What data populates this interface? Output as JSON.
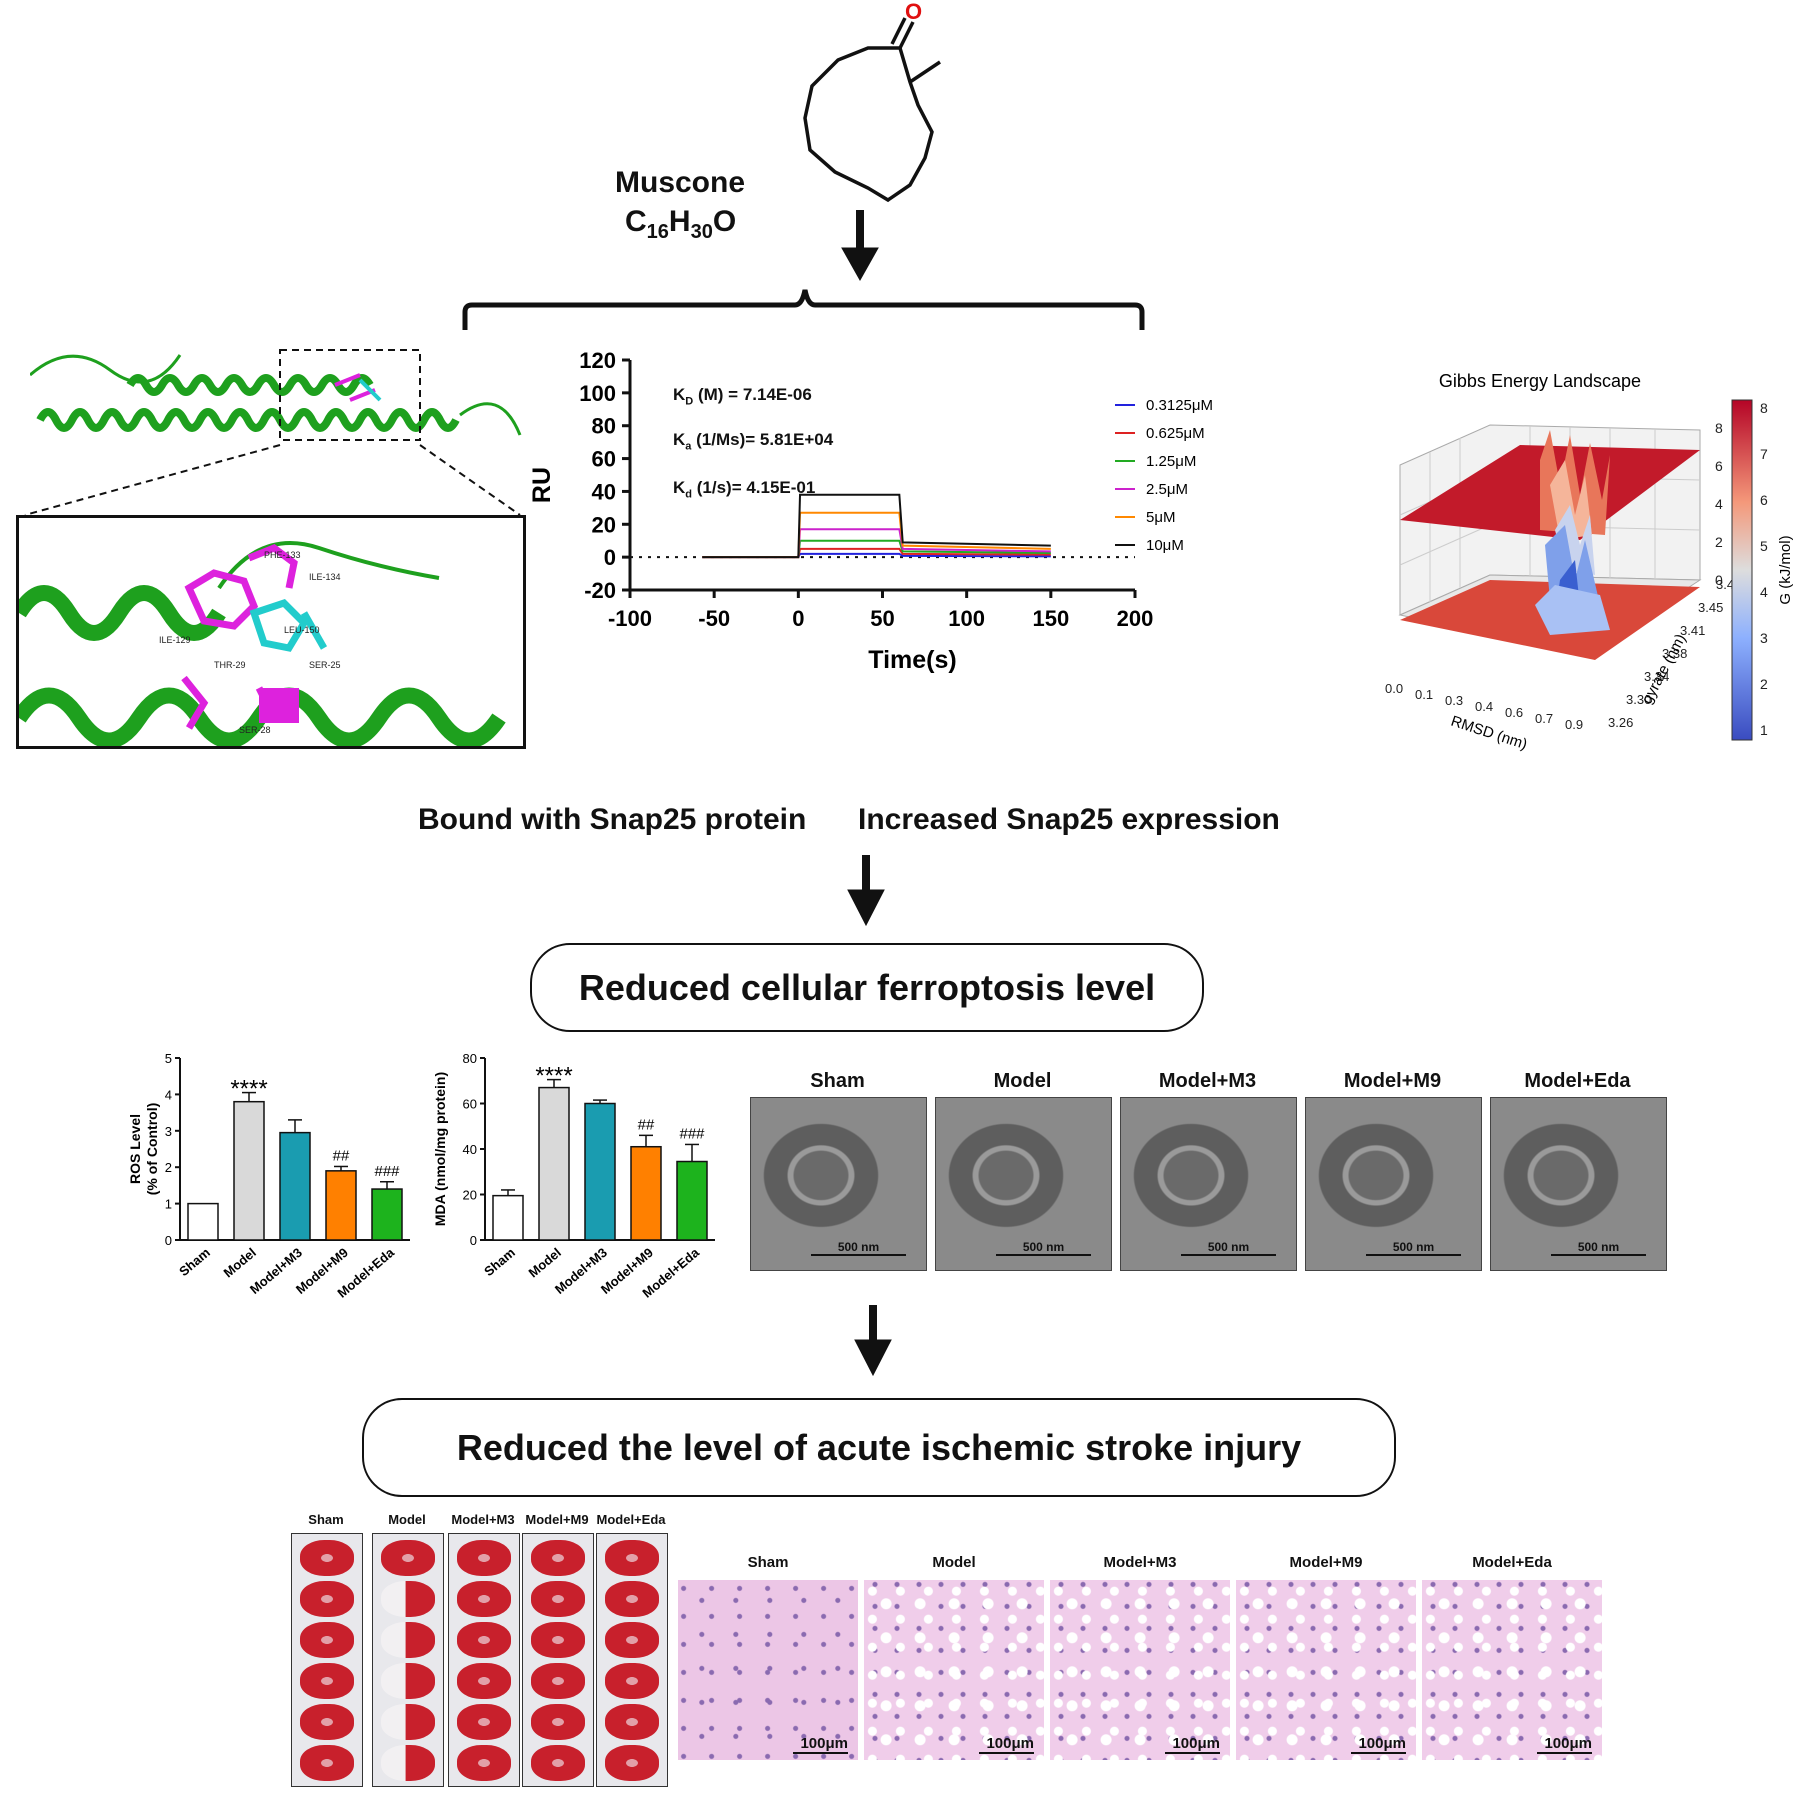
{
  "molecule": {
    "name": "Muscone",
    "formula_base": "C",
    "formula_parts": [
      "16",
      "H",
      "30",
      "O"
    ],
    "oxygen_label": "O"
  },
  "spr": {
    "kd_line": {
      "prefix": "K",
      "sub": "D",
      "rest": " (M) = 7.14E-06"
    },
    "ka_line": {
      "prefix": "K",
      "sub": "a",
      "rest": " (1/Ms)= 5.81E+04"
    },
    "kdiss_line": {
      "prefix": "K",
      "sub": "d",
      "rest": " (1/s)= 4.15E-01"
    }
  },
  "texts": {
    "bound": "Bound with Snap25 protein",
    "increased": "Increased Snap25 expression",
    "ferroptosis_box": "Reduced cellular ferroptosis level",
    "stroke_box": "Reduced the level of acute ischemic stroke injury"
  },
  "docking_residues": [
    "PHE-133",
    "ILE-134",
    "ILE-129",
    "LEU-150",
    "THR-29",
    "SER-25",
    "SER-28"
  ],
  "chart_data": [
    {
      "type": "line",
      "id": "spr-sensorgram",
      "xlabel": "Time(s)",
      "ylabel": "RU",
      "xlim": [
        -100,
        200
      ],
      "ylim": [
        -20,
        120
      ],
      "xticks": [
        -100,
        -50,
        0,
        50,
        100,
        150,
        200
      ],
      "yticks": [
        -20,
        0,
        20,
        40,
        60,
        80,
        100,
        120
      ],
      "legend_position": "top-right",
      "series": [
        {
          "name": "0.3125μM",
          "color": "#2222dd",
          "x": [
            -57,
            0,
            1,
            60,
            62,
            150
          ],
          "y": [
            0,
            0,
            2,
            2,
            0.8,
            0.5
          ]
        },
        {
          "name": "0.625μM",
          "color": "#dd2222",
          "x": [
            -57,
            0,
            1,
            60,
            62,
            150
          ],
          "y": [
            0,
            0,
            5,
            5,
            2,
            1.5
          ]
        },
        {
          "name": "1.25μM",
          "color": "#22aa22",
          "x": [
            -57,
            0,
            1,
            60,
            62,
            150
          ],
          "y": [
            0,
            0,
            10,
            10,
            3.5,
            2.5
          ]
        },
        {
          "name": "2.5μM",
          "color": "#cc22cc",
          "x": [
            -57,
            0,
            1,
            60,
            62,
            150
          ],
          "y": [
            0,
            0,
            17,
            17,
            5,
            3.5
          ]
        },
        {
          "name": "5μM",
          "color": "#ff8800",
          "x": [
            -57,
            0,
            1,
            60,
            62,
            150
          ],
          "y": [
            0,
            0,
            27,
            27,
            7,
            5
          ]
        },
        {
          "name": "10μM",
          "color": "#111111",
          "x": [
            -57,
            0,
            1,
            60,
            62,
            150
          ],
          "y": [
            0,
            0,
            38,
            38,
            9,
            7
          ]
        }
      ]
    },
    {
      "type": "bar",
      "id": "ros-chart",
      "ylabel_lines": [
        "ROS Level",
        "(% of Control)"
      ],
      "ylim": [
        0,
        5
      ],
      "yticks": [
        0,
        1,
        2,
        3,
        4,
        5
      ],
      "categories": [
        "Sham",
        "Model",
        "Model+M3",
        "Model+M9",
        "Model+Eda"
      ],
      "values": [
        1.0,
        3.8,
        2.95,
        1.9,
        1.4
      ],
      "errors": [
        0,
        0.25,
        0.35,
        0.12,
        0.2
      ],
      "colors": [
        "#ffffff",
        "#d9d9d9",
        "#1a9cb0",
        "#ff8000",
        "#1db31d"
      ],
      "annotations": [
        "",
        "****",
        "",
        "##",
        "###"
      ]
    },
    {
      "type": "bar",
      "id": "mda-chart",
      "ylabel": "MDA (nmol/mg protein)",
      "ylim": [
        0,
        80
      ],
      "yticks": [
        0,
        20,
        40,
        60,
        80
      ],
      "categories": [
        "Sham",
        "Model",
        "Model+M3",
        "Model+M9",
        "Model+Eda"
      ],
      "values": [
        19.5,
        67,
        60,
        41,
        34.5
      ],
      "errors": [
        2.5,
        3.5,
        1.5,
        5,
        7.5
      ],
      "colors": [
        "#ffffff",
        "#d9d9d9",
        "#1a9cb0",
        "#ff8000",
        "#1db31d"
      ],
      "annotations": [
        "",
        "****",
        "",
        "##",
        "###"
      ]
    },
    {
      "type": "heatmap",
      "id": "gibbs-landscape",
      "title": "Gibbs Energy Landscape",
      "xlabel": "RMSD (nm)",
      "ylabel": "gyrate (nm)",
      "zlabel": "G (kJ/mol)",
      "xticks": [
        "0.0",
        "0.1",
        "0.3",
        "0.4",
        "0.6",
        "0.7",
        "0.9"
      ],
      "yticks": [
        "3.26",
        "3.30",
        "3.34",
        "3.38",
        "3.41",
        "3.45",
        "3.49"
      ],
      "zticks": [
        "0",
        "2",
        "4",
        "6",
        "8"
      ],
      "colorbar_ticks": [
        "1",
        "2",
        "3",
        "4",
        "5",
        "6",
        "7",
        "8"
      ]
    }
  ],
  "tem_panels": {
    "labels": [
      "Sham",
      "Model",
      "Model+M3",
      "Model+M9",
      "Model+Eda"
    ],
    "scale": "500 nm"
  },
  "ttc_panels": {
    "labels": [
      "Sham",
      "Model",
      "Model+M3",
      "Model+M9",
      "Model+Eda"
    ]
  },
  "he_panels": {
    "labels": [
      "Sham",
      "Model",
      "Model+M3",
      "Model+M9",
      "Model+Eda"
    ],
    "scale": "100μm"
  }
}
